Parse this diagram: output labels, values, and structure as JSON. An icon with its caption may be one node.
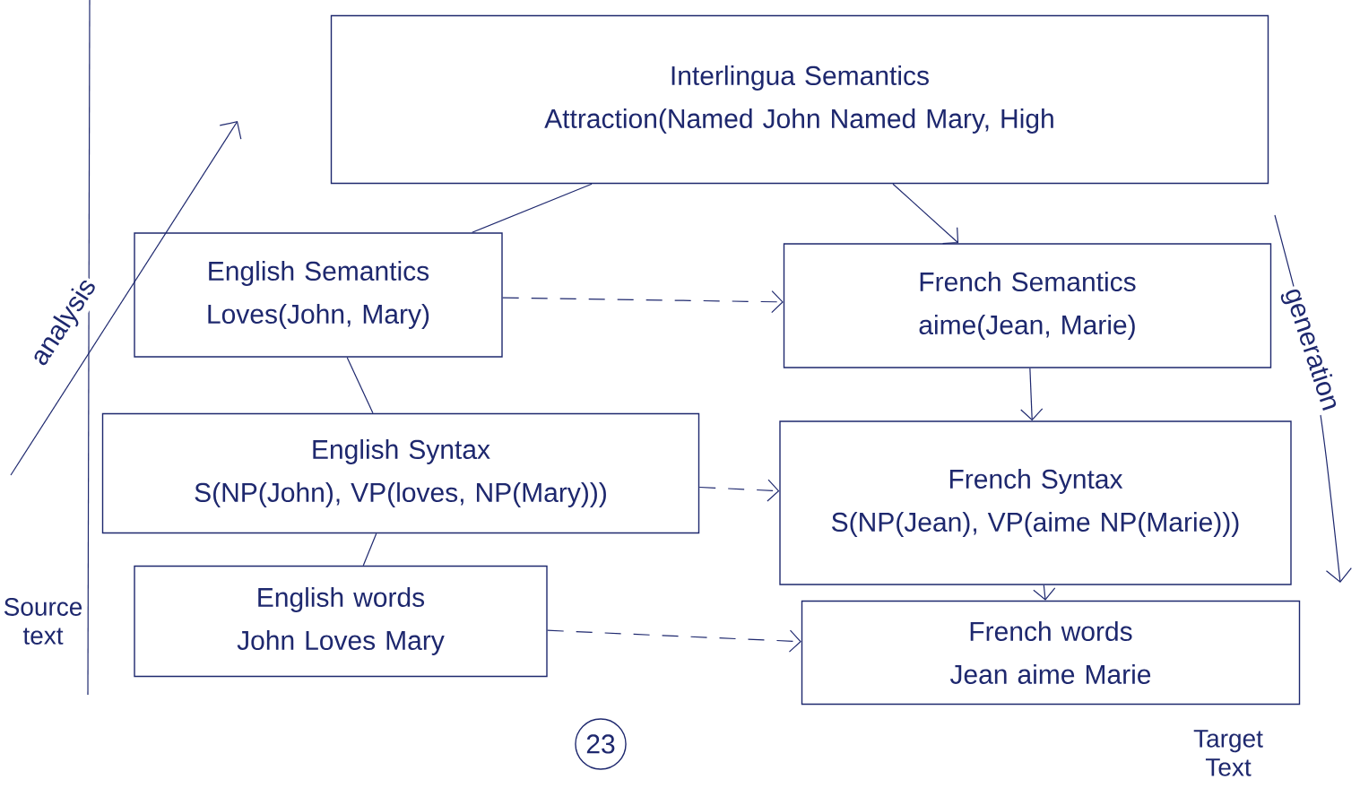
{
  "diagram": {
    "nodes": [
      {
        "text": [
          "Interlingua Semantics",
          "Attraction(Named John Named Mary, High"
        ]
      },
      {
        "text": [
          "English Semantics",
          "Loves(John, Mary)"
        ]
      },
      {
        "text": [
          "French Semantics",
          "aime(Jean, Marie)"
        ]
      },
      {
        "text": [
          "English Syntax",
          "S(NP(John), VP(loves, NP(Mary)))"
        ]
      },
      {
        "text": [
          "French Syntax",
          "S(NP(Jean), VP(aime NP(Marie)))"
        ]
      },
      {
        "text": [
          "English words",
          "John Loves Mary"
        ]
      },
      {
        "text": [
          "French words",
          "Jean aime Marie"
        ]
      }
    ],
    "edges": [
      {
        "from": 1,
        "to": 0,
        "arrow": "none"
      },
      {
        "from": 0,
        "to": 2,
        "arrow": "to"
      },
      {
        "from": 1,
        "to": 2,
        "arrow": "to",
        "style": "dashed"
      },
      {
        "from": 3,
        "to": 1,
        "arrow": "none"
      },
      {
        "from": 2,
        "to": 4,
        "arrow": "to"
      },
      {
        "from": 3,
        "to": 4,
        "arrow": "to",
        "style": "dashed"
      },
      {
        "from": 5,
        "to": 3,
        "arrow": "none"
      },
      {
        "from": 4,
        "to": 6,
        "arrow": "to"
      },
      {
        "from": 5,
        "to": 6,
        "arrow": "to",
        "style": "dashed"
      }
    ],
    "labels": [
      "analysis",
      "generation",
      "Source text",
      "Target Text",
      "23"
    ]
  }
}
